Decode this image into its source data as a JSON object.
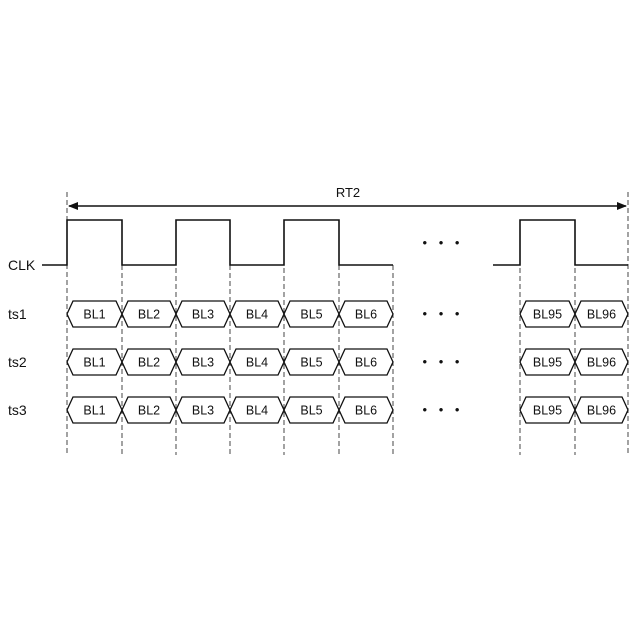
{
  "span": {
    "label": "RT2"
  },
  "signals": {
    "clk": "CLK",
    "ts1": "ts1",
    "ts2": "ts2",
    "ts3": "ts3"
  },
  "cells": [
    "BL1",
    "BL2",
    "BL3",
    "BL4",
    "BL5",
    "BL6",
    "BL95",
    "BL96"
  ],
  "ellipsis": "• • •"
}
